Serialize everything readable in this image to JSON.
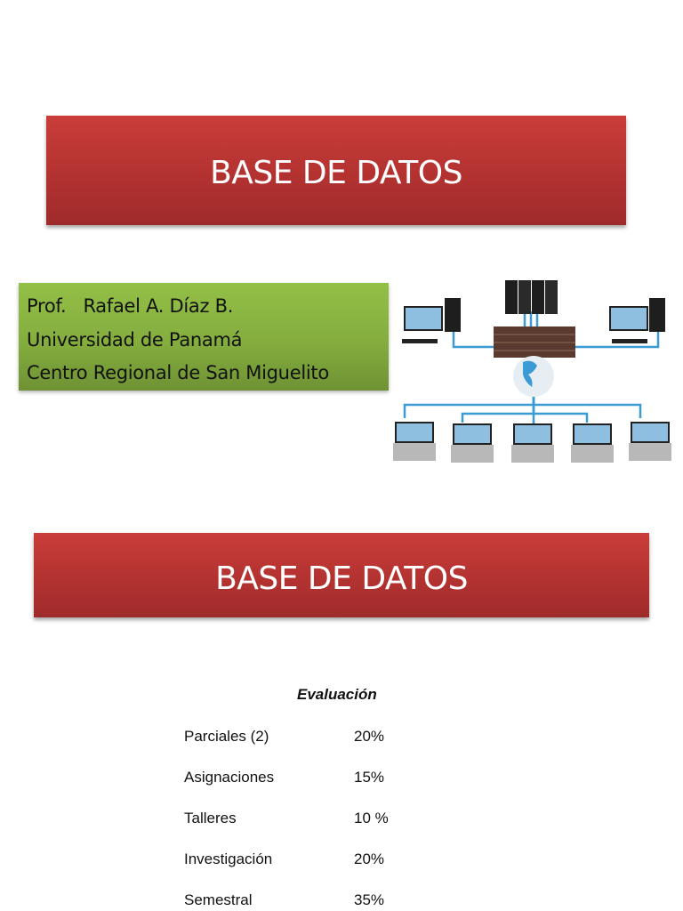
{
  "slide1": {
    "title": "BASE DE DATOS",
    "info_lines": [
      "Prof.   Rafael A. Díaz B.",
      "Universidad de Panamá",
      "Centro Regional de San Miguelito"
    ],
    "image": "network-diagram-illustration"
  },
  "slide2": {
    "title": "BASE DE DATOS",
    "evaluation": {
      "heading": "Evaluación",
      "rows": [
        {
          "label": "Parciales (2)",
          "value": "20%"
        },
        {
          "label": "Asignaciones",
          "value": "15%"
        },
        {
          "label": "Talleres",
          "value": "10 %"
        },
        {
          "label": "Investigación",
          "value": "20%"
        },
        {
          "label": "Semestral",
          "value": "35%"
        }
      ]
    }
  },
  "colors": {
    "banner_red": "#b53331",
    "info_green": "#84ad3e",
    "network_blue": "#3a9bd5"
  }
}
